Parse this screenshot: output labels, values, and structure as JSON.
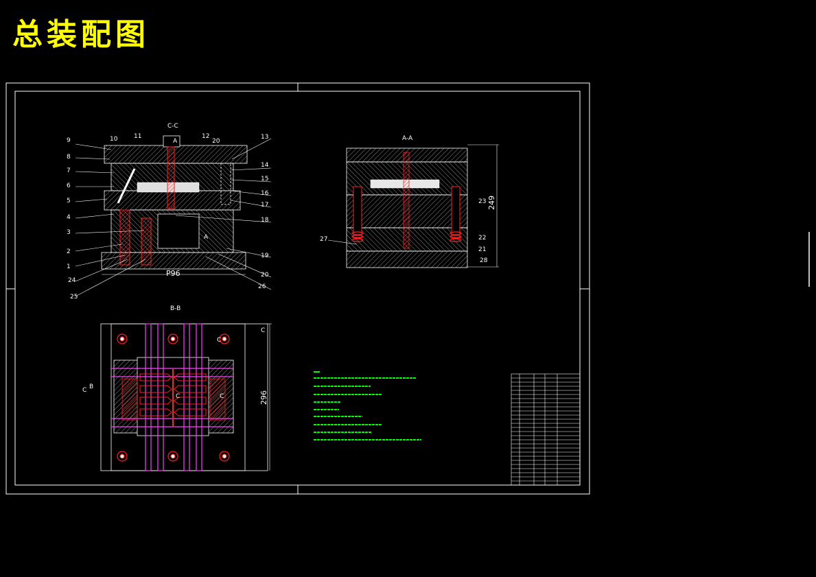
{
  "title": "总装配图",
  "sections": {
    "cc": "C-C",
    "aa": "A-A",
    "bb": "B-B"
  },
  "dimensions": {
    "cc_width": "P96",
    "aa_height": "249",
    "bb_height": "296"
  },
  "section_marks": {
    "a": "A",
    "b": "B",
    "c": "C"
  },
  "part_numbers": {
    "left": [
      "9",
      "8",
      "7",
      "6",
      "5",
      "4",
      "3",
      "2",
      "1",
      "24",
      "25"
    ],
    "top": [
      "10",
      "11",
      "12",
      "20"
    ],
    "right": [
      "13",
      "14",
      "15",
      "16",
      "17",
      "18",
      "19",
      "20",
      "26"
    ],
    "aa_right": [
      "23",
      "22",
      "21",
      "28"
    ],
    "aa_left": [
      "27"
    ]
  },
  "colors": {
    "frame": "#ffffff",
    "hatch": "#9a9a9a",
    "part_red": "#ff2020",
    "part_magenta": "#ff40ff",
    "notes": "#00ff00",
    "title": "#ffff00"
  }
}
